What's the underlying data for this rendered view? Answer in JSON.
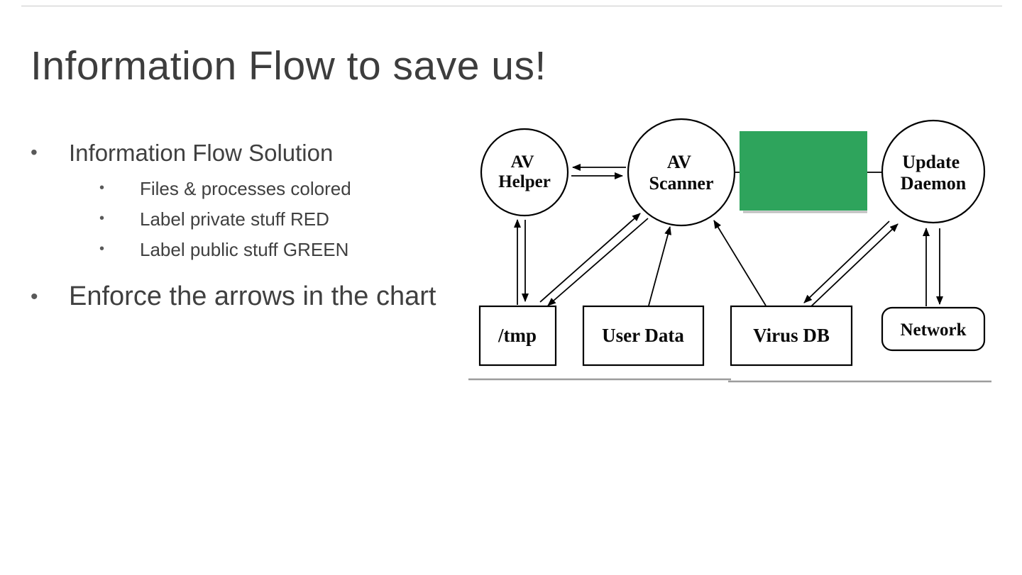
{
  "slide": {
    "title": "Information Flow to save us!",
    "bullet_glyph": "•",
    "bullets": {
      "b1": "Information Flow Solution",
      "sub1": "Files & processes colored",
      "sub2": "Label private stuff RED",
      "sub3": "Label public stuff GREEN",
      "b2": "Enforce the arrows in the chart"
    }
  },
  "diagram": {
    "nodes": {
      "av_helper": {
        "line1": "AV",
        "line2": "Helper"
      },
      "av_scanner": {
        "line1": "AV",
        "line2": "Scanner"
      },
      "update_daemon": {
        "line1": "Update",
        "line2": "Daemon"
      },
      "tmp": {
        "label": "/tmp"
      },
      "user_data": {
        "label": "User Data"
      },
      "virus_db": {
        "label": "Virus DB"
      },
      "network": {
        "label": "Network"
      }
    },
    "colors": {
      "green_box": "#2ea45c",
      "line": "#000000",
      "divider": "#9c9c9c"
    }
  }
}
